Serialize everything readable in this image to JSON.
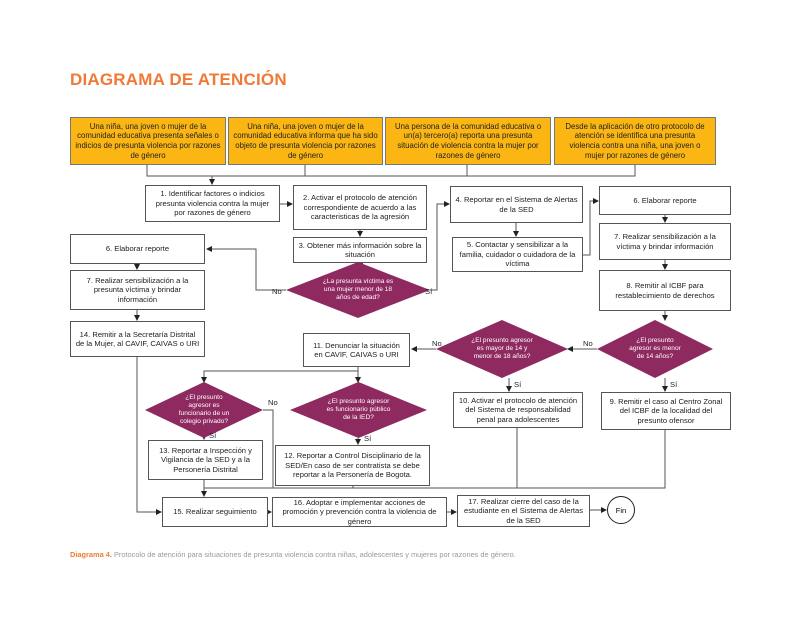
{
  "title": "DIAGRAMA DE ATENCIÓN",
  "colors": {
    "title": "#f07a35",
    "entry": "#fbb614",
    "decision": "#8e2a60"
  },
  "entries": [
    "Una niña, una joven o  mujer de la comunidad educativa presenta señales o indicios de presunta violencia  por razones de género",
    "Una niña, una joven o mujer de la comunidad educativa informa que ha sido objeto de presunta violencia  por razones de género",
    "Una persona de la comunidad educativa o un(a) tercero(a) reporta una presunta situación de violencia contra la mujer por razones de género",
    "Desde la aplicación de otro protocolo de atención se identifica una presunta violencia contra  una niña, una joven o mujer por razones de género"
  ],
  "steps": {
    "s1": "1. Identificar factores o indicios presunta violencia contra la mujer por razones de género",
    "s2": "2. Activar  el protocolo  de atención correspondiente de acuerdo a las caracteristicas de la agresión",
    "s3": "3. Obtener más información sobre la situación",
    "s4": "4. Reportar en el Sistema de Alertas de la SED",
    "s5": "5. Contactar y sensibilizar a la familia,  cuidador o cuidadora de la víctima",
    "s6a": "6. Elaborar reporte",
    "s7a": "7. Realizar sensibilización a la víctima y brindar información",
    "s8": "8. Remitir  al ICBF para restablecimiento de derechos",
    "s6b": "6. Elaborar reporte",
    "s7b": "7. Realizar sensibilización a la presunta víctima y brindar información",
    "s14": "14. Remitir  a la Secretaría Distrital de la Mujer, al CAVIF, CAIVAS o URI",
    "s11": "11. Denunciar la situación en CAVIF, CAIVAS o URI",
    "s10": "10. Activar el protocolo de atención del Sistema de responsabilidad penal para adolescentes",
    "s9": "9. Remitir  el caso al Centro Zonal del ICBF de la localidad del presunto ofensor",
    "s13": "13. Reportar a Inspección y Vigilancia de la SED y a la Personería Distrital",
    "s12": "12. Reportar a Control Disciplinario de la SED/En caso de ser contratista se debe reportar a la Personería de Bogota.",
    "s15": "15. Realizar seguimiento",
    "s16": "16. Adoptar e implementar acciones de promoción y prevención contra la violencia de género",
    "s17": "17. Realizar cierre del caso de la estudiante en el Sistema de Alertas de la SED",
    "fin": "Fin"
  },
  "decisions": {
    "d1": "¿La presunta víctima es una mujer menor de 18 años de edad?",
    "d2": "¿El presunto agresor es mayor de 14 y menor de 18 años?",
    "d3": "¿El presunto agresor es menor de 14 años?",
    "d4": "¿El presunto agresor es funcionario de un colegio privado?",
    "d5": "¿El presunto agresor es funcionario público de la IED?"
  },
  "labels": {
    "yes": "Sí",
    "no": "No"
  },
  "caption": {
    "label": "Diagrama 4.",
    "text": " Protocolo de atención para situaciones de presunta violencia contra niñas, adolescentes y mujeres por razones de género."
  }
}
